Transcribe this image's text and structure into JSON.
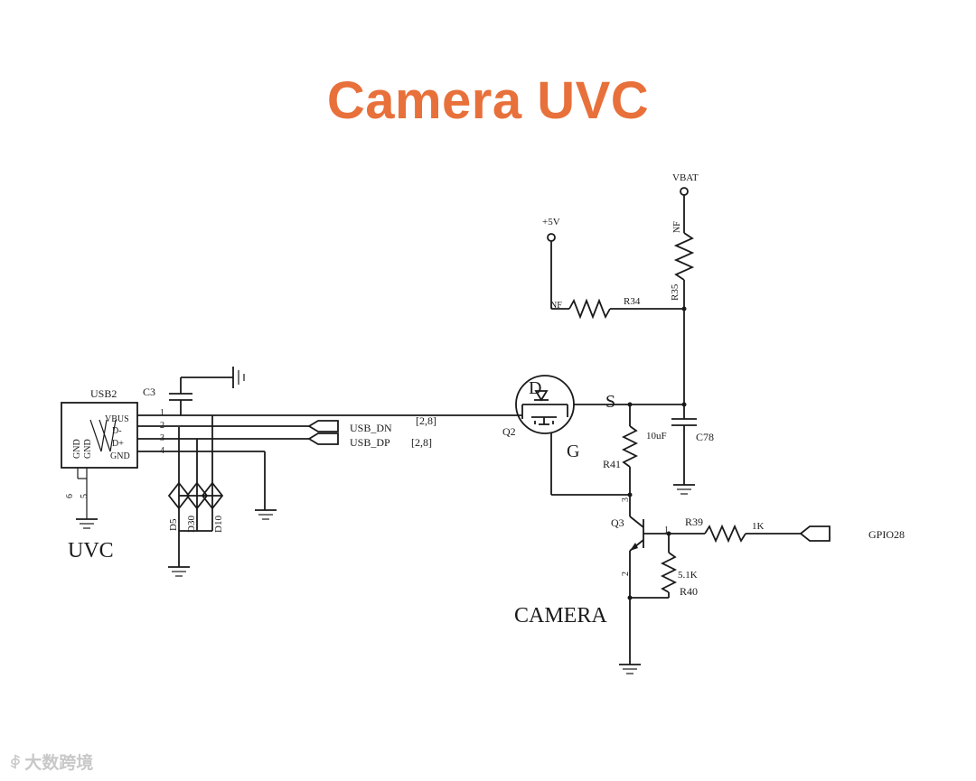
{
  "title": "Camera UVC",
  "colors": {
    "title": "#e8703a",
    "wire": "#1a1a1a",
    "watermark": "#c8c8c8"
  },
  "labels": {
    "usb2": "USB2",
    "c3": "C3",
    "vbus": "VBUS",
    "d_minus": "D-",
    "d_plus": "D+",
    "gnd": "GND",
    "gnd1": "GND",
    "gnd2": "GND",
    "pin1": "1",
    "pin2": "2",
    "pin3": "3",
    "pin4": "4",
    "pin6": "6",
    "pin5": "5",
    "uvc": "UVC",
    "d5": "D5",
    "d30": "D30",
    "d10": "D10",
    "usb_dn": "USB_DN",
    "usb_dp": "USB_DP",
    "ref_dn": "[2,8]",
    "ref_dp": "[2,8]",
    "plus5v": "+5V",
    "vbat": "VBAT",
    "nf_r34": "NF",
    "r34": "R34",
    "nf_r35": "NF",
    "r35": "R35",
    "q2": "Q2",
    "d_pin": "D",
    "s_pin": "S",
    "g_pin": "G",
    "c78_val": "10uF",
    "c78": "C78",
    "r41": "R41",
    "q3": "Q3",
    "q3_pin3": "3",
    "q3_pin1": "1",
    "q3_pin2": "2",
    "r39": "R39",
    "r39_val": "1K",
    "gpio": "GPIO28",
    "r40_val": "5.1K",
    "r40": "R40",
    "camera": "CAMERA"
  },
  "watermark": {
    "logo": "ꇉ",
    "text": "大数跨境"
  }
}
